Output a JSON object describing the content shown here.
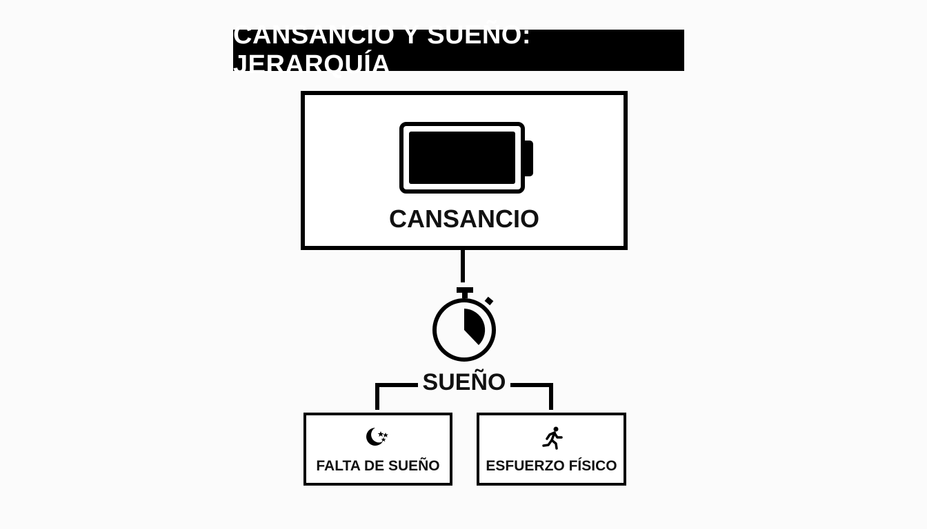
{
  "title": "CANSANCIO Y SUEÑO: JERARQUÍA",
  "top_node": {
    "label": "CANSANCIO",
    "icon": "battery-full-icon"
  },
  "middle_node": {
    "label": "SUEÑO",
    "icon": "stopwatch-icon"
  },
  "children": [
    {
      "label": "FALTA DE SUEÑO",
      "icon": "moon-stars-icon"
    },
    {
      "label": "ESFUERZO FÍSICO",
      "icon": "running-person-icon"
    }
  ],
  "colors": {
    "foreground": "#000000",
    "background": "#fbfbfb"
  }
}
